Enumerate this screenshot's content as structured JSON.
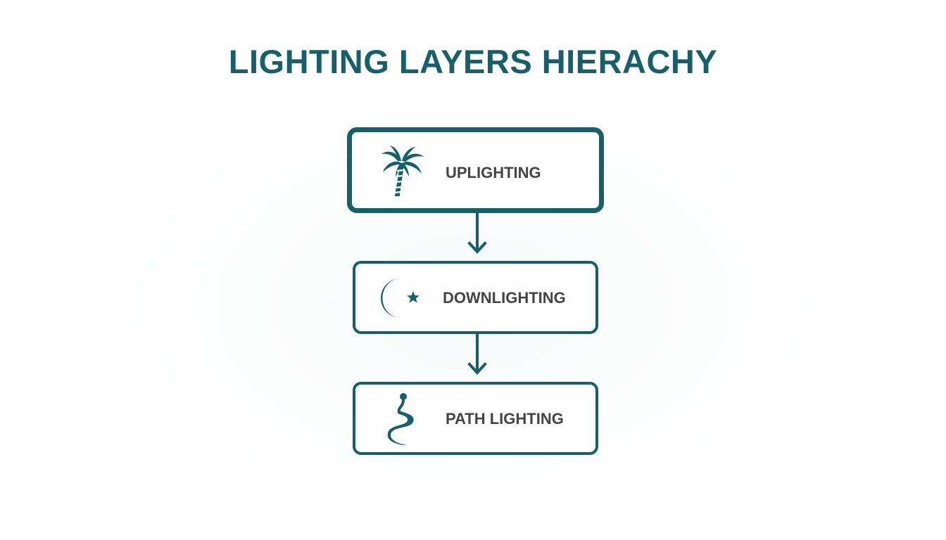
{
  "title": "LIGHTING LAYERS HIERACHY",
  "colors": {
    "primary": "#15606b",
    "label_text": "#444444",
    "background": "#ffffff"
  },
  "nodes": [
    {
      "label": "UPLIGHTING",
      "icon": "palm-tree-icon"
    },
    {
      "label": "DOWNLIGHTING",
      "icon": "crescent-moon-star-icon"
    },
    {
      "label": "PATH LIGHTING",
      "icon": "winding-path-icon"
    }
  ],
  "connectors": [
    {
      "from": "UPLIGHTING",
      "to": "DOWNLIGHTING",
      "style": "arrow-down"
    },
    {
      "from": "DOWNLIGHTING",
      "to": "PATH LIGHTING",
      "style": "arrow-down"
    }
  ]
}
